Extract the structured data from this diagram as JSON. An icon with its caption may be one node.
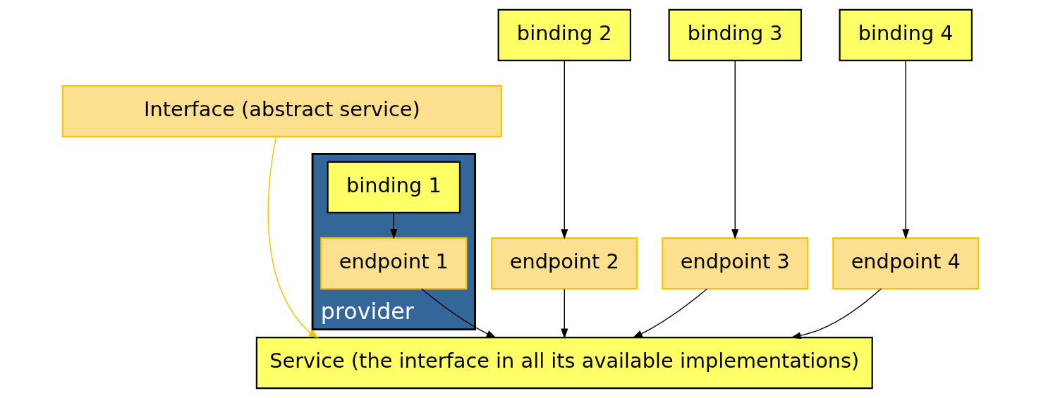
{
  "diagram": {
    "nodes": [
      {
        "text": [
          "Interface (abstract service)"
        ]
      },
      {
        "text": [],
        "shape": "box",
        "beside": [
          "provider"
        ]
      },
      {
        "text": [
          "binding 1"
        ],
        "in": 1
      },
      {
        "text": [
          "endpoint 1"
        ],
        "in": 1
      },
      {
        "text": [
          "binding 2"
        ]
      },
      {
        "text": [
          "endpoint 2"
        ]
      },
      {
        "text": [
          "binding 3"
        ]
      },
      {
        "text": [
          "endpoint 3"
        ]
      },
      {
        "text": [
          "binding 4"
        ]
      },
      {
        "text": [
          "endpoint 4"
        ]
      },
      {
        "text": [
          "Service (the interface in all its available implementations)"
        ]
      }
    ],
    "edges": [
      {
        "from": 2,
        "to": 3,
        "arrow": "to"
      },
      {
        "from": 4,
        "to": 5,
        "arrow": "to"
      },
      {
        "from": 6,
        "to": 7,
        "arrow": "to"
      },
      {
        "from": 8,
        "to": 9,
        "arrow": "to"
      },
      {
        "from": 3,
        "to": 10,
        "arrow": "to"
      },
      {
        "from": 5,
        "to": 10,
        "arrow": "to"
      },
      {
        "from": 7,
        "to": 10,
        "arrow": "to"
      },
      {
        "from": 9,
        "to": 10,
        "arrow": "to"
      },
      {
        "from": 0,
        "to": 10,
        "arrow": "to",
        "color": "#f5c400"
      }
    ]
  }
}
